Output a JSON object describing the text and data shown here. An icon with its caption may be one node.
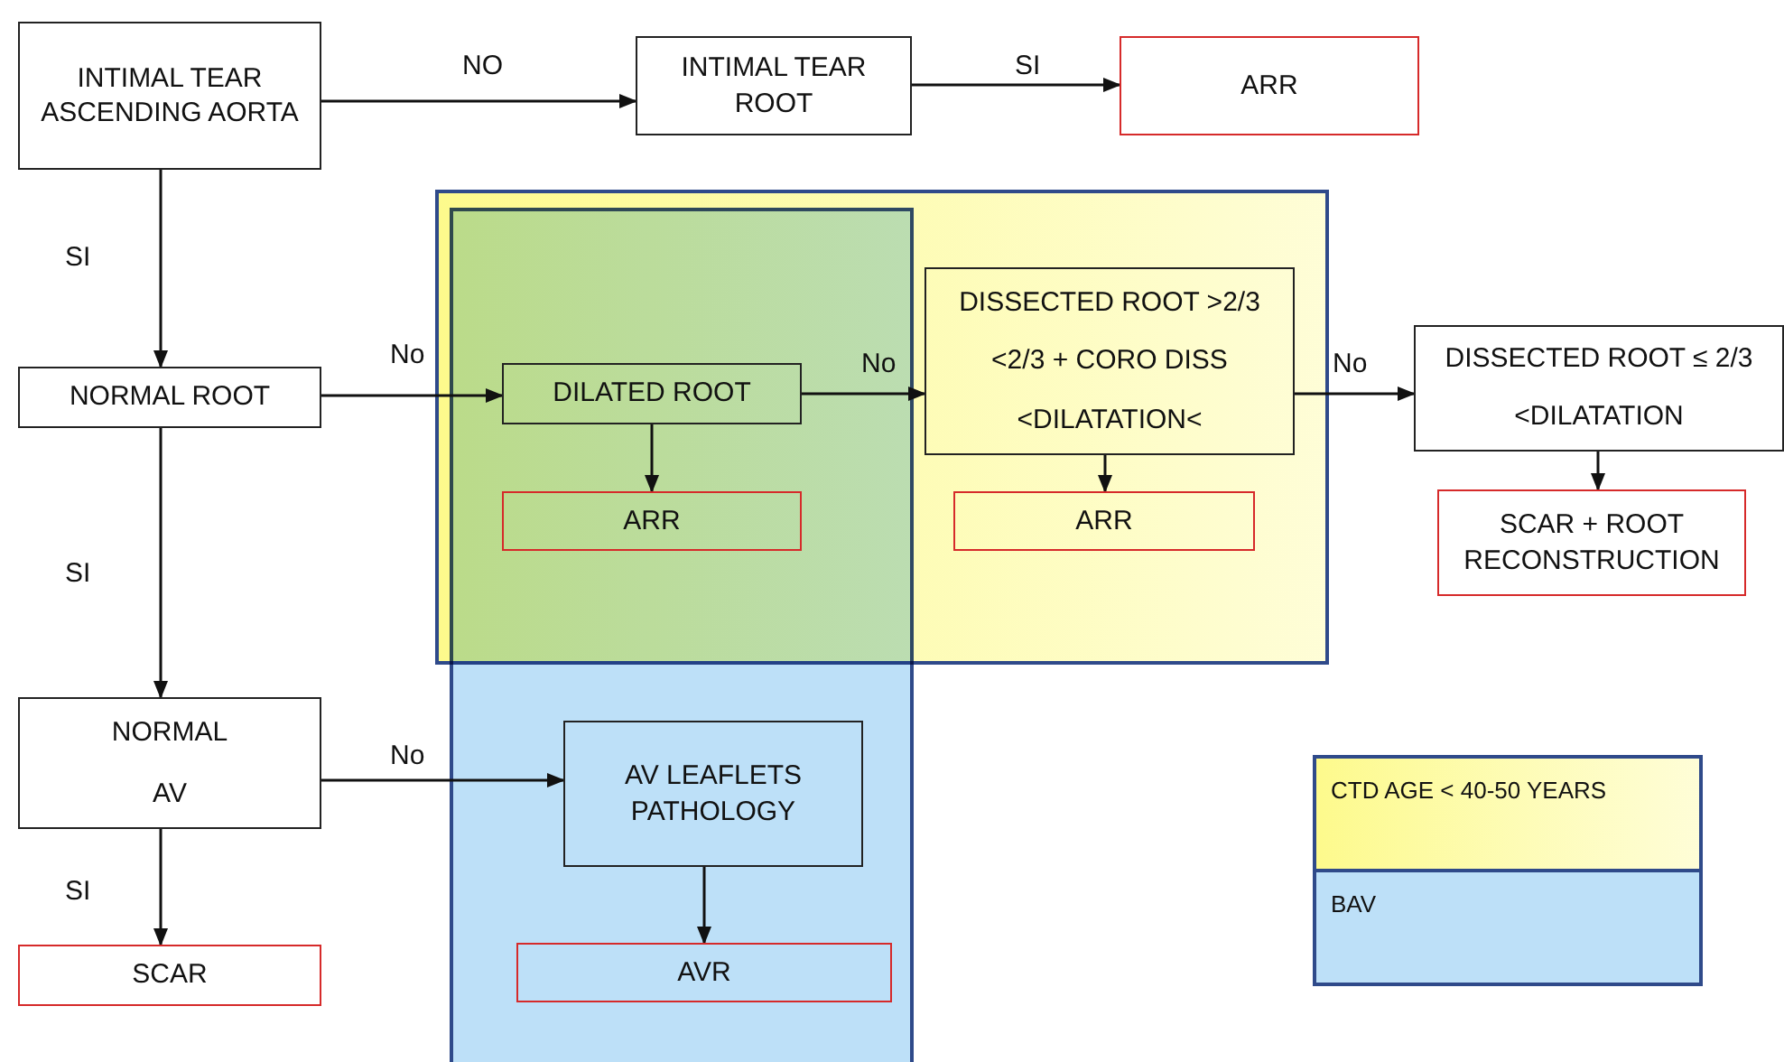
{
  "diagram": {
    "nodes": [
      {
        "text": [
          "INTIMAL TEAR ASCENDING AORTA"
        ]
      },
      {
        "text": [
          "INTIMAL TEAR ROOT"
        ]
      },
      {
        "text": [
          "ARR"
        ]
      },
      {
        "text": [
          "NORMAL ROOT"
        ]
      },
      {
        "text": [
          "DILATED ROOT"
        ]
      },
      {
        "text": [
          "ARR"
        ]
      },
      {
        "text": [
          "DISSECTED ROOT >2/3",
          "<2/3 + CORO DISS",
          "<DILATATION<"
        ]
      },
      {
        "text": [
          "ARR"
        ]
      },
      {
        "text": [
          "DISSECTED ROOT ≤ 2/3",
          "<DILATATION"
        ]
      },
      {
        "text": [
          "SCAR + ROOT RECONSTRUCTION"
        ]
      },
      {
        "text": [
          "NORMAL",
          "AV"
        ]
      },
      {
        "text": [
          "AV LEAFLETS PATHOLOGY"
        ]
      },
      {
        "text": [
          "AVR"
        ]
      },
      {
        "text": [
          "SCAR"
        ]
      }
    ],
    "edges": [
      {
        "from": 0,
        "to": 1,
        "arrow": "to",
        "label": "NO"
      },
      {
        "from": 1,
        "to": 2,
        "arrow": "to",
        "label": "SI"
      },
      {
        "from": 0,
        "to": 3,
        "arrow": "to",
        "label": "SI"
      },
      {
        "from": 3,
        "to": 4,
        "arrow": "to",
        "label": "No"
      },
      {
        "from": 4,
        "to": 5,
        "arrow": "to"
      },
      {
        "from": 4,
        "to": 6,
        "arrow": "to",
        "label": "No"
      },
      {
        "from": 6,
        "to": 7,
        "arrow": "to"
      },
      {
        "from": 6,
        "to": 8,
        "arrow": "to",
        "label": "No"
      },
      {
        "from": 8,
        "to": 9,
        "arrow": "to"
      },
      {
        "from": 3,
        "to": 10,
        "arrow": "to",
        "label": "SI"
      },
      {
        "from": 10,
        "to": 11,
        "arrow": "to",
        "label": "No"
      },
      {
        "from": 11,
        "to": 12,
        "arrow": "to"
      },
      {
        "from": 10,
        "to": 13,
        "arrow": "to",
        "label": "SI"
      }
    ],
    "legend": [
      {
        "text": "CTD AGE < 40-50 YEARS",
        "color": "#fdfa8c"
      },
      {
        "text": "BAV",
        "color": "#bde0f8"
      }
    ]
  }
}
